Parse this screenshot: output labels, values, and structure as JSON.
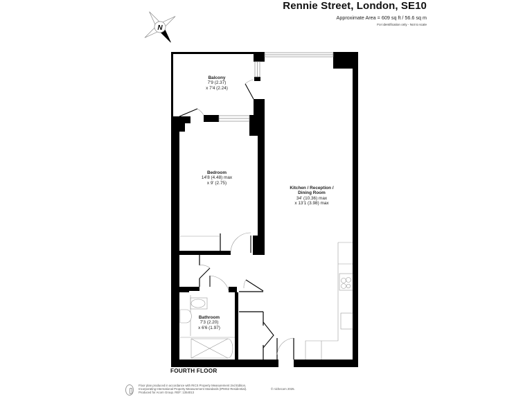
{
  "header": {
    "title": "Rennie Street, London, SE10",
    "area": "Approximate Area = 609 sq ft / 56.6 sq m",
    "note": "For identification only - Not to scale"
  },
  "compass": {
    "icon": "north-compass-icon",
    "label": "N"
  },
  "rooms": {
    "balcony": {
      "name": "Balcony",
      "dim1": "7'9 (2.37)",
      "dim2": "x 7'4 (2.24)"
    },
    "bedroom": {
      "name": "Bedroom",
      "dim1": "14'8 (4.48) max",
      "dim2": "x 9' (2.75)"
    },
    "kitchen": {
      "name1": "Kitchen / Reception /",
      "name2": "Dining Room",
      "dim1": "34' (10.36) max",
      "dim2": "x 13'1 (3.98) max"
    },
    "bathroom": {
      "name": "Bathroom",
      "dim1": "7'3 (2.20)",
      "dim2": "x 6'6 (1.97)"
    }
  },
  "floor_label": "FOURTH FLOOR",
  "footer": {
    "line1": "Floor plan produced in accordance with RICS Property Measurement 2nd Edition,",
    "line2": "Incorporating International Property Measurement Standards (IPMS2 Residential).",
    "line3": "Produced for Acorn Group.   REF: 1354013",
    "credit": "© nichecom 2025."
  },
  "colors": {
    "wall": "#000000",
    "fixture": "#999999",
    "window": "#888888"
  }
}
